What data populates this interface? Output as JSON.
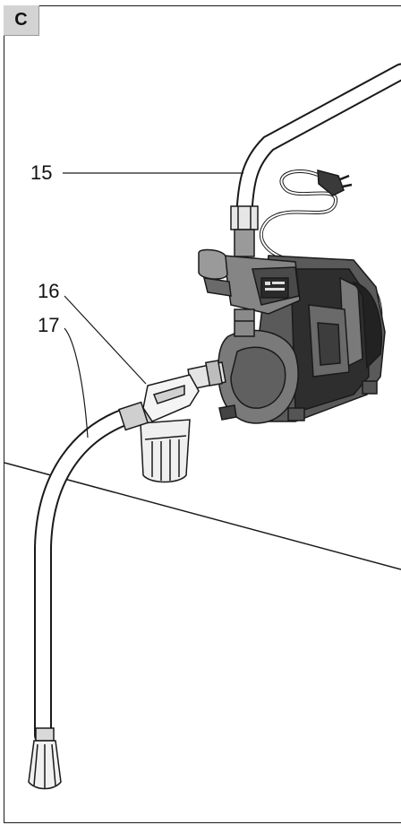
{
  "panel": {
    "label": "C"
  },
  "callouts": [
    {
      "id": "15",
      "text": "15"
    },
    {
      "id": "16",
      "text": "16"
    },
    {
      "id": "17",
      "text": "17"
    }
  ],
  "colors": {
    "line": "#1a1a1a",
    "pump_dark": "#4a4a4a",
    "pump_mid": "#7c7c7c",
    "pump_light": "#b8b8b8",
    "filter_light": "#ededed",
    "panel_bg": "#d3d3d3"
  },
  "icons": [
    "power-plug-icon"
  ]
}
